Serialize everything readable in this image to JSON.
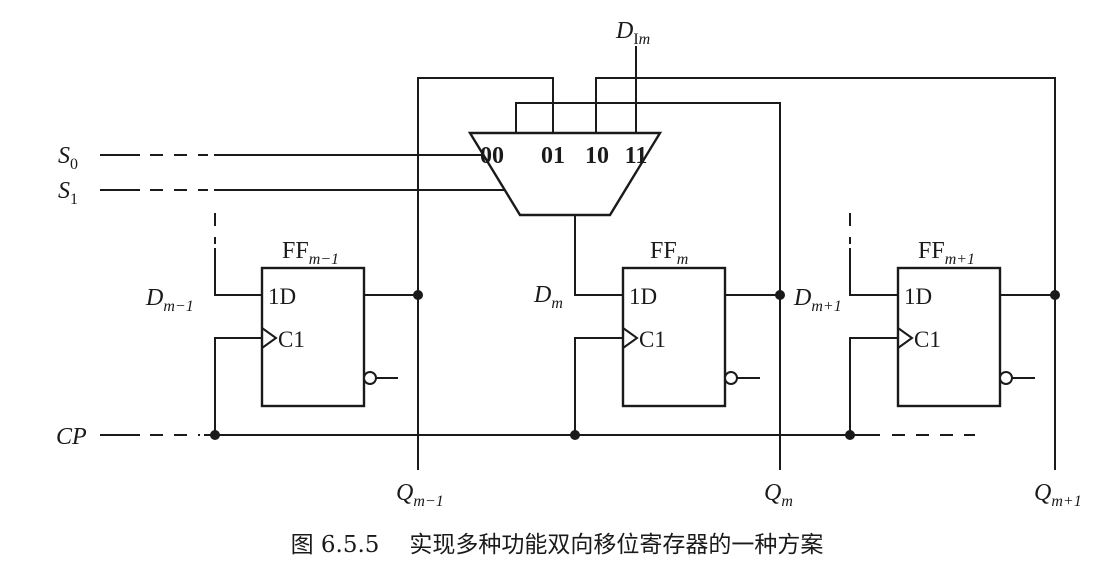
{
  "parallel_input": {
    "main": "D",
    "sub_upright": "I",
    "sub_italic": "m"
  },
  "mux": {
    "input_labels": [
      "00",
      "01",
      "10",
      "11"
    ]
  },
  "select": {
    "s0": {
      "main": "S",
      "sub": "0"
    },
    "s1": {
      "main": "S",
      "sub": "1"
    }
  },
  "clock": {
    "label": "CP"
  },
  "flip_flops": [
    {
      "name_main": "FF",
      "name_sub": "m−1",
      "d_pin": "1D",
      "clk_pin": "C1",
      "d_main": "D",
      "d_sub": "m−1",
      "q_main": "Q",
      "q_sub": "m−1"
    },
    {
      "name_main": "FF",
      "name_sub": "m",
      "d_pin": "1D",
      "clk_pin": "C1",
      "d_main": "D",
      "d_sub": "m",
      "q_main": "Q",
      "q_sub": "m"
    },
    {
      "name_main": "FF",
      "name_sub": "m+1",
      "d_pin": "1D",
      "clk_pin": "C1",
      "d_main": "D",
      "d_sub": "m+1",
      "q_main": "Q",
      "q_sub": "m+1"
    }
  ],
  "caption": {
    "figure_no": "图 6.5.5",
    "title": "实现多种功能双向移位寄存器的一种方案"
  }
}
